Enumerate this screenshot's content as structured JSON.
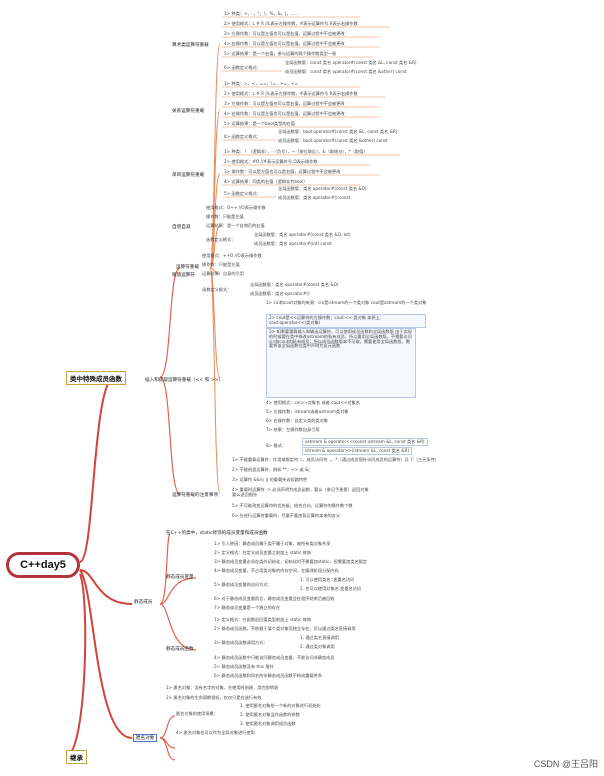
{
  "root": {
    "label": "C++day5"
  },
  "branches": {
    "special_members": "类中特殊成员函数",
    "static": "静态成员",
    "anonymous": "匿名对象",
    "inherit": "继承"
  },
  "nodes": {
    "op_overload": "运算符重载",
    "arith_op": "算术类运算符重载",
    "rel_op": "关系运算符重载",
    "unary_op": "单目运算符重载",
    "inc_op": "自增自减",
    "dec_op": "赋值运算符",
    "assign_op": "赋值运算符",
    "io_op": "插入和提取运算符重载（<< 和 >>）",
    "op_rules": "运算符重载的注意事项",
    "static_intro": "在C++的类中，static修饰的成员变量和成员函数",
    "static_var": "静态成员变量",
    "static_func": "静态成员函数",
    "anon_use": "匿名对象的使用场景："
  },
  "arith": {
    "items": [
      "1>  种类：+，-，*，/，%，&，|，……",
      "2>  使用格式：L # R          //L表示左操作数，#表示运算符号 R表示右操作数",
      "3>  左操作数：可以是左值也可以是右值，运算过程中不会被更改",
      "4>  右操作数：可以是左值也可以是右值，运算过程中不会被更改",
      "5>  运算结果：是一个右值，参与运算的两个操作数类型一致",
      "6>  函数定义格式："
    ],
    "members": "全局函数版：const 类名  operator#(const 类名 &L, const 类名 &R)",
    "friends": "成员函数版：const 类名  operator#(const 类名 &other) const"
  },
  "rel": {
    "items": [
      "1>  种类：>，<，==，!=，>=，<=",
      "2>  使用格式：L # R       //L表示左操作数，#表示运算符号 R表示右操作数",
      "3>  左操作数：可以是左值也可以是右值，运算过程中不会被更改",
      "4>  右操作数：可以是左值也可以是右值，运算过程中不会被更改",
      "5>  运算结果：是一个bool类型的右值",
      "6>  函数定义格式："
    ],
    "global": "全局函数版：bool  operator#(const 类名 &L, const 类名 &R)",
    "member": "成员函数版：bool  operator#(const 类名  &other) const"
  },
  "unary": {
    "items": [
      "1>  种类：！（逻辑非），-（负号），~（按位取反），&（取地址），*（取值）",
      "2>  使用格式：#O          //#表示运算符号 O表示操作数",
      "3>  操作数：可以是左值也可以是右值，运算过程中不会被更改",
      "4>  运算结果：同类的右值（逻辑非为bool）",
      "5>  函数定义格式："
    ],
    "global": "全局函数版：类名  operator#(const 类名 &O)",
    "member": "成员函数版：类名  operator#() const"
  },
  "inc": {
    "items": [
      "使用格式：O++         //O表示操作数",
      "操作数：只能是左值",
      "运算结果：是一个自增后的右值"
    ],
    "def": "函数定义格式：",
    "global": "全局函数版：类名  operator#(const 类名 &O, int)",
    "member": "成员函数版：类名  operator#(int) const"
  },
  "assign": {
    "items": [
      "使用格式：++O        //O表示操作数",
      "操作数：只能是左值",
      "运算结果：自身的引用"
    ],
    "def": "函数定义格式：",
    "global": "全局函数版：类名  operator#(const 类名 &O)",
    "member": "成员函数版：类名  operator#()"
  },
  "io": {
    "note1": "1>  cin和cout对象的来源：cin是istream的一个类对象   cout是ostream的一个类对象",
    "note2": "2>  cout是<<运算符的左操作数；cout << 类对象\n     本质上：cout.operator<<(类对象)",
    "note3": "3>  如果要重载输入和输出运算符，可以使用成员函数和全局函数版\n     由于实现的时候要在类中修改ostream的私有成员，所以要用全局函数版，不需要访问cin和cout的私有成员，所以成员函数版本不可取，需要使用全局函数版，需要将该全局函数在类中声明为友元函数",
    "items": [
      "4>  使用格式：cin>>对象名   或者  cout<<对象名",
      "5>  左操作数：istream或者ostream类对象",
      "6>  右操作数：自定义类的类对象",
      "7>  结果：左操作数自身引用"
    ],
    "fmt": "8>  格式：",
    "fmt_a": "ostream & operator<<(const ostream &L, const 类名 &R)",
    "fmt_b": "istream & operator>>(istream &L, const 类名 &R)"
  },
  "rules": [
    "1>  不能重载运算符：作用域限定符 ::，成员访问符 .，.*（通过成员指针访问成员的运算符）及 ?:（三元条件）",
    "2>  不能创造运算符，例如 **，<> 或 &|",
    "3>  运算符 &&与 || 的重载失去短路特性",
    "4>  重载时运算符 -> 必须声明为成员函数，要么（参见手册第）返回对象要么返回指针",
    "5>  不可能改变运算符的优先级，结合方向，运算符的操作数个数",
    "6>  在进行运算符重载时，尽量不要违背运算符本来的含义"
  ],
  "static_var": [
    "1>  引入原因：静态成员属于类不属于对象，被所有类对象共享",
    "2>  定义格式：在定义成员变量之前加上 static 修饰",
    "3>  静态成员变量必须在类外初始化，初始化时不需要加static，但需要加类名限定",
    "4>  静态成员变量，不占用类对象的内存空间，在编译阶段分配内存",
    "5>  静态成员变量的访问方式：",
    "6>  对于静态成员变量而言，静态成员变量会在程序结束后被回收",
    "7>  静态成员变量是一个独立的存在"
  ],
  "static_var_access": [
    "1.  可以使用类名::变量名访问",
    "2.  也可以使用对象名.变量名访问"
  ],
  "static_func": [
    "1>  定义格式：在函数返回值类型前加上 static 修饰",
    "2>  静态成员函数，不依赖于某个类对象而独立存在，可以通过类名直接调用",
    "3>  静态成员函数调用方式：",
    "4>  静态成员函数中只能访问静态成员变量，不能访问非静态成员",
    "5>  静态成员函数没有 this 指针",
    "6>  静态成员函数和同名的非静态成员函数不构成重载关系"
  ],
  "static_func_call": [
    "1.  通过类名直接调用",
    "2.  通过类对象调用"
  ],
  "anon": [
    "1>  匿名对象：没有名字的对象，在使用时创建，用完即销毁",
    "2>  匿名对象的生命周期很短，仅仅只是在该行有效"
  ],
  "anon_uses": [
    "1.  使用匿名对象给一个新的对象进行初始化",
    "2.  使用匿名对象当作函数的参数",
    "3.  使用匿名对象调用成员函数"
  ],
  "anon_last": "4>  匿名对象也可以作为全局对象进行使用",
  "watermark": "CSDN @王吕阳",
  "colors": {
    "root_border": "#b2343a",
    "branch_line": "#d0443c",
    "sub_line": "#e2624e",
    "leaf_line": "#e98a5a"
  }
}
